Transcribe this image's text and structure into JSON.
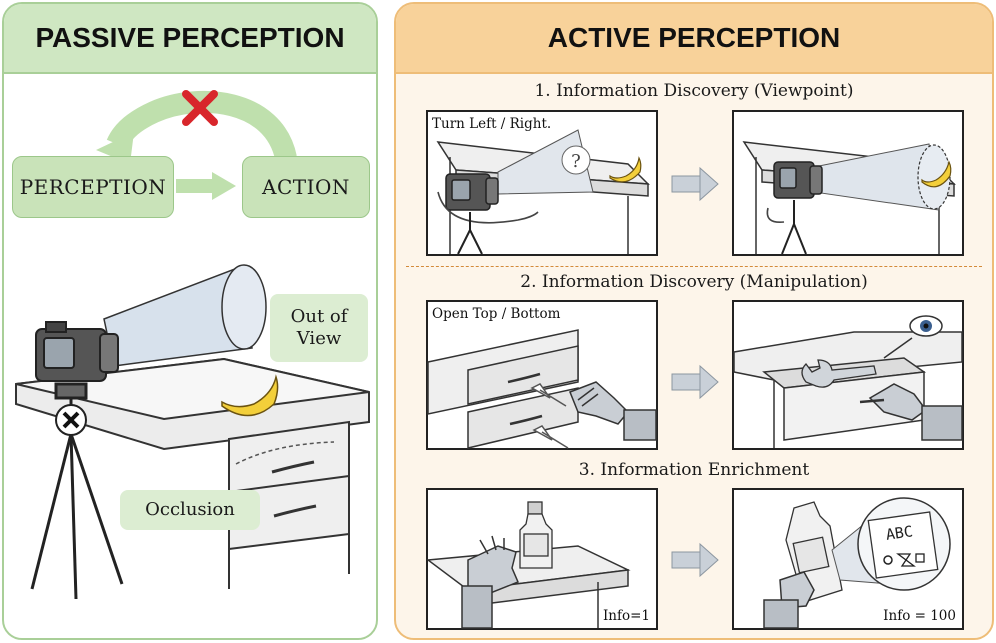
{
  "passive": {
    "title": "PASSIVE PERCEPTION",
    "perception_label": "PERCEPTION",
    "action_label": "ACTION",
    "out_of_view_label": "Out of\nView",
    "occlusion_label": "Occlusion"
  },
  "active": {
    "title": "ACTIVE PERCEPTION",
    "sections": [
      {
        "title": "1. Information Discovery (Viewpoint)",
        "caption": "Turn Left / Right."
      },
      {
        "title": "2. Information Discovery (Manipulation)",
        "caption": "Open Top / Bottom"
      },
      {
        "title": "3. Information Enrichment",
        "caption_before": "Info=1",
        "caption_after": "Info = 100"
      }
    ],
    "question_mark": "?",
    "label_letters": "ABC"
  },
  "colors": {
    "green_panel": "#cfe7c2",
    "green_box": "#c9e3b9",
    "orange_panel": "#f8d29a",
    "red_cross": "#d8262b",
    "banana": "#f3cf3a"
  },
  "icons": [
    "camera-icon",
    "tripod-icon",
    "banana-icon",
    "desk-icon",
    "drawer-icon",
    "robot-hand-icon",
    "wrench-icon",
    "eye-icon",
    "bottle-icon",
    "magnifier-icon",
    "cross-icon",
    "arrow-icon"
  ]
}
